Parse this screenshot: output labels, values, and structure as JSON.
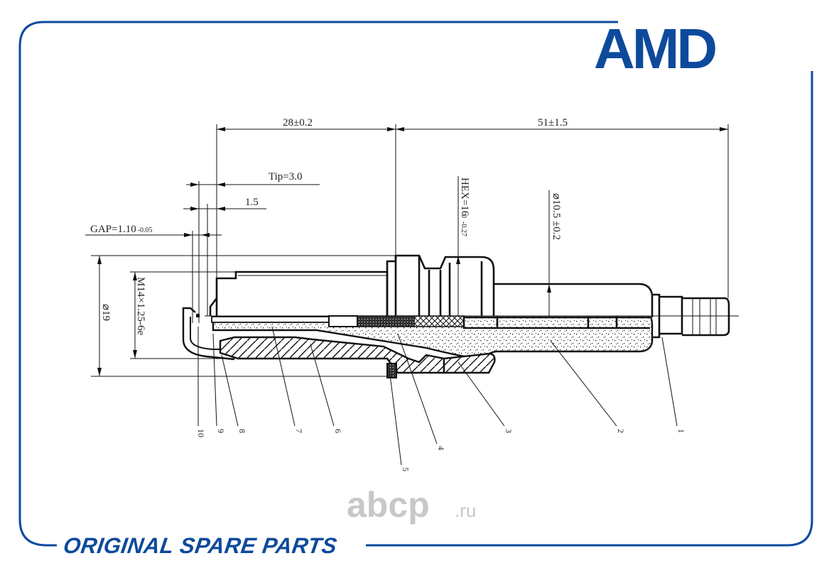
{
  "brand": {
    "logo_text": "AMD",
    "footer_text": "ORIGINAL SPARE PARTS",
    "accent_color": "#0d4a9c"
  },
  "watermark": {
    "main": "abcp",
    "suffix": ".ru"
  },
  "dimensions": {
    "front_length": "28±0.2",
    "rear_length": "51±1.5",
    "tip": "Tip=3.0",
    "electrode_offset": "1.5",
    "gap": "GAP=1.10",
    "gap_tolerance": "-0.05",
    "seat_diameter": "⌀19",
    "thread": "M14×1.25-6e",
    "hex": "HEX=16",
    "hex_tol_upper": "0",
    "hex_tol_lower": "-0.27",
    "insulator_diameter": "⌀10.5 ±0.2"
  },
  "parts": [
    "1",
    "2",
    "3",
    "4",
    "5",
    "6",
    "7",
    "8",
    "9",
    "10"
  ]
}
